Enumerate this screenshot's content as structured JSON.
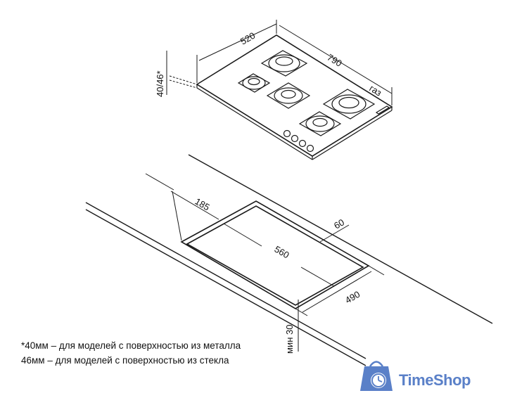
{
  "dimensions": {
    "hob_depth": "520",
    "hob_width": "790",
    "hob_height": "40/46*",
    "gas_label": "газ",
    "offset_front": "185",
    "cutout_length": "560",
    "offset_back": "60",
    "cutout_depth": "490",
    "min_thickness": "мин 30"
  },
  "notes": {
    "metal": "*40мм – для моделей с поверхностью из металла",
    "glass": "46мм – для моделей с поверхностью из стекла"
  },
  "brand": {
    "name": "TimeShop",
    "color": "#5a80c8"
  }
}
